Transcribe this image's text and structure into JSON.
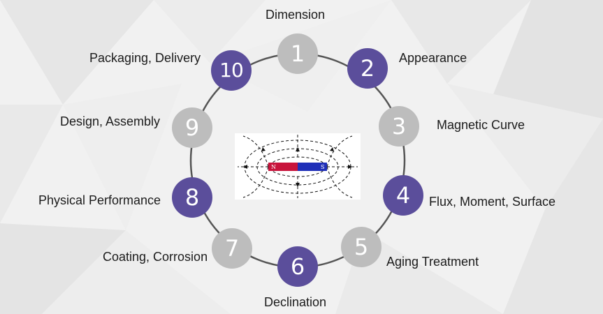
{
  "diagram": {
    "colors": {
      "ring": "#555555",
      "purple": "#5b4e9b",
      "gray": "#bdbdbd",
      "magnet_red": "#c8143c",
      "magnet_blue": "#1f2fb8"
    },
    "center_image": {
      "icon": "bar-magnet-field-lines-icon",
      "pole_left": "N",
      "pole_right": "S"
    },
    "steps": [
      {
        "num": "1",
        "label": "Dimension",
        "color": "gray"
      },
      {
        "num": "2",
        "label": "Appearance",
        "color": "purple"
      },
      {
        "num": "3",
        "label": "Magnetic Curve",
        "color": "gray"
      },
      {
        "num": "4",
        "label": "Flux, Moment, Surface",
        "color": "purple"
      },
      {
        "num": "5",
        "label": "Aging Treatment",
        "color": "gray"
      },
      {
        "num": "6",
        "label": "Declination",
        "color": "purple"
      },
      {
        "num": "7",
        "label": "Coating, Corrosion",
        "color": "gray"
      },
      {
        "num": "8",
        "label": "Physical Performance",
        "color": "purple"
      },
      {
        "num": "9",
        "label": "Design, Assembly",
        "color": "gray"
      },
      {
        "num": "10",
        "label": "Packaging, Delivery",
        "color": "purple"
      }
    ]
  }
}
